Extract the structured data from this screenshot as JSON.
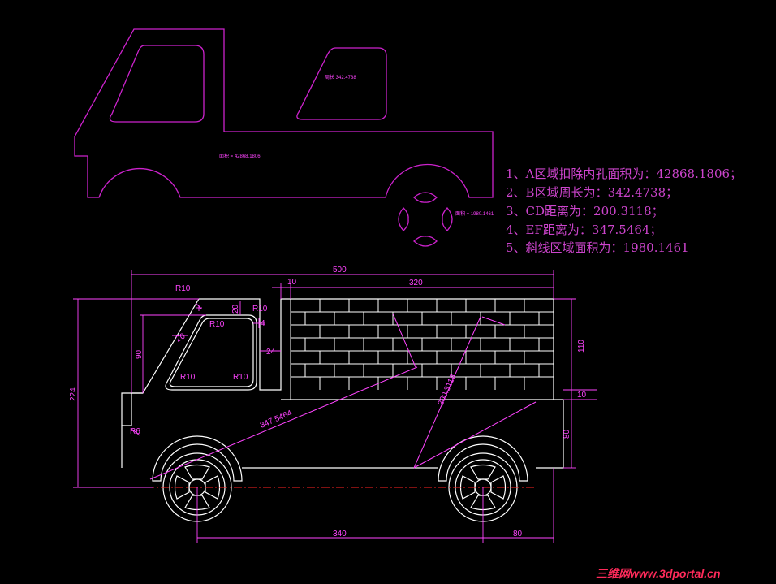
{
  "colors": {
    "background": "#000000",
    "outline": "#cc22cc",
    "drawing": "#ffffff",
    "dimension": "#ff44ff",
    "centerline": "#ff2222",
    "watermark": "#ff2a5a"
  },
  "results": [
    "1、A区域扣除内孔面积为：42868.1806；",
    "2、B区域周长为：342.4738；",
    "3、CD距离为：200.3118；",
    "4、EF距离为：347.5464；",
    "5、斜线区域面积为：1980.1461"
  ],
  "top_labels": {
    "area_label": "面积 = 42868.1806",
    "window_label": "周长 342.4738",
    "wheel_label": "面积 = 1980.1461"
  },
  "dimensions": {
    "d500": "500",
    "d320": "320",
    "d10a": "10",
    "d224": "224",
    "d90": "90",
    "d110": "110",
    "d10b": "10",
    "d80a": "80",
    "d340": "340",
    "d80b": "80",
    "d20a": "20",
    "d20b": "20",
    "d24": "24",
    "d4": "4",
    "r10a": "R10",
    "r10b": "R10",
    "r10c": "R10",
    "r10d": "R10",
    "r10e": "R10",
    "r6": "R6",
    "ef": "347.5464",
    "cd": "200.3118"
  },
  "watermark": "三维网www.3dportal.cn"
}
